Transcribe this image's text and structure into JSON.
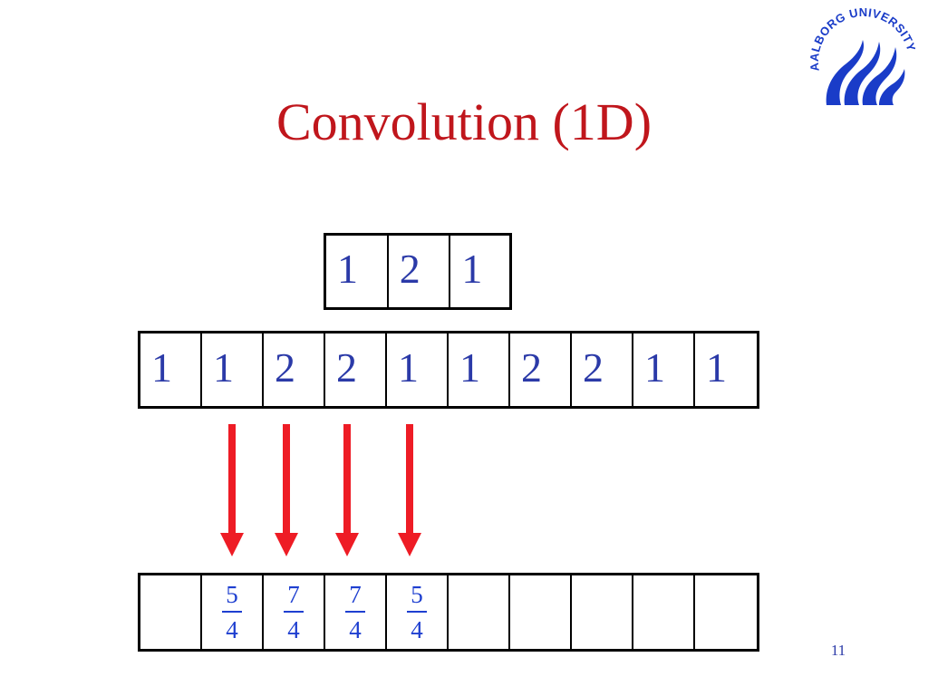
{
  "slide": {
    "title": "Convolution (1D)",
    "page_number": "11",
    "logo_text": "AALBORG UNIVERSITY"
  },
  "kernel": [
    "1",
    "2",
    "1"
  ],
  "signal": [
    "1",
    "1",
    "2",
    "2",
    "1",
    "1",
    "2",
    "2",
    "1",
    "1"
  ],
  "output": [
    {
      "num": "",
      "den": ""
    },
    {
      "num": "5",
      "den": "4"
    },
    {
      "num": "7",
      "den": "4"
    },
    {
      "num": "7",
      "den": "4"
    },
    {
      "num": "5",
      "den": "4"
    },
    {
      "num": "",
      "den": ""
    },
    {
      "num": "",
      "den": ""
    },
    {
      "num": "",
      "den": ""
    },
    {
      "num": "",
      "den": ""
    },
    {
      "num": "",
      "den": ""
    }
  ],
  "arrows": {
    "count": 4,
    "color": "#ee1c25"
  },
  "colors": {
    "title": "#c0161c",
    "numbers": "#2b3aa8",
    "fractions": "#1e3fd0",
    "logo": "#1a3cc8"
  }
}
